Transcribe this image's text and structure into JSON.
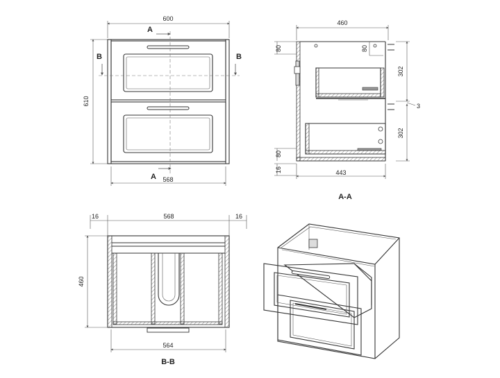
{
  "front_view": {
    "width": "600",
    "height": "610",
    "inner_width": "568",
    "section_a": "A",
    "section_b": "B"
  },
  "section_aa": {
    "label": "A-A",
    "depth_top": "460",
    "depth_bottom": "443",
    "offset_top_left": "80",
    "offset_top_right": "80",
    "offset_bottom": "80",
    "drawer_height_upper": "302",
    "drawer_height_lower": "302",
    "gap": "3",
    "base": "16"
  },
  "section_bb": {
    "label": "B-B",
    "side_left": "16",
    "inner_width": "568",
    "side_right": "16",
    "depth": "460",
    "bottom_width": "564"
  }
}
